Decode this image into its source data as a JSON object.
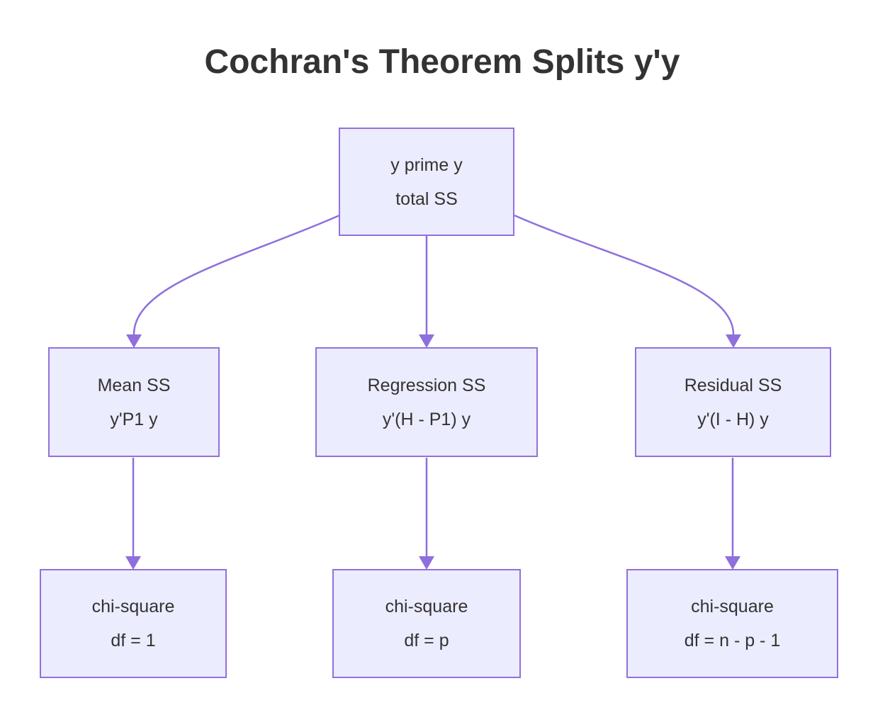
{
  "title": "Cochran's Theorem Splits y'y",
  "colors": {
    "background": "#FFFFFF",
    "node_fill": "#ECECFF",
    "node_border": "#9370DB",
    "edge_stroke": "#8E6FDD",
    "text": "#333333"
  },
  "diagram": {
    "type": "flowchart",
    "direction": "top-down",
    "nodes": [
      {
        "id": "total",
        "line1": "y prime y",
        "line2": "total SS"
      },
      {
        "id": "mean",
        "line1": "Mean SS",
        "line2": "y'P1 y"
      },
      {
        "id": "regression",
        "line1": "Regression SS",
        "line2": "y'(H - P1) y"
      },
      {
        "id": "residual",
        "line1": "Residual SS",
        "line2": "y'(I - H) y"
      },
      {
        "id": "chi-mean",
        "line1": "chi-square",
        "line2": "df = 1"
      },
      {
        "id": "chi-regression",
        "line1": "chi-square",
        "line2": "df = p"
      },
      {
        "id": "chi-residual",
        "line1": "chi-square",
        "line2": "df = n - p - 1"
      }
    ],
    "edges": [
      {
        "from": "total",
        "to": "mean"
      },
      {
        "from": "total",
        "to": "regression"
      },
      {
        "from": "total",
        "to": "residual"
      },
      {
        "from": "mean",
        "to": "chi-mean"
      },
      {
        "from": "regression",
        "to": "chi-regression"
      },
      {
        "from": "residual",
        "to": "chi-residual"
      }
    ]
  }
}
